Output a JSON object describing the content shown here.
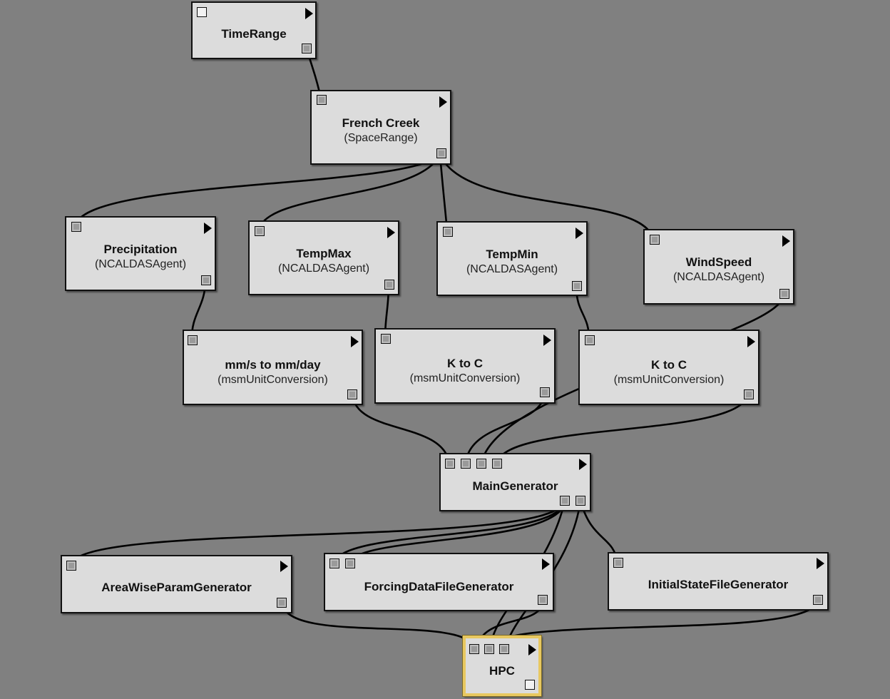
{
  "modules": {
    "time_range": {
      "name": "TimeRange",
      "type": ""
    },
    "french_creek": {
      "name": "French Creek",
      "type": "(SpaceRange)"
    },
    "precipitation": {
      "name": "Precipitation",
      "type": "(NCALDASAgent)"
    },
    "temp_max": {
      "name": "TempMax",
      "type": "(NCALDASAgent)"
    },
    "temp_min": {
      "name": "TempMin",
      "type": "(NCALDASAgent)"
    },
    "wind_speed": {
      "name": "WindSpeed",
      "type": "(NCALDASAgent)"
    },
    "mms_to_mmday": {
      "name": "mm/s to mm/day",
      "type": "(msmUnitConversion)"
    },
    "k_to_c_1": {
      "name": "K to C",
      "type": "(msmUnitConversion)"
    },
    "k_to_c_2": {
      "name": "K to C",
      "type": "(msmUnitConversion)"
    },
    "main_generator": {
      "name": "MainGenerator",
      "type": ""
    },
    "area_wise": {
      "name": "AreaWiseParamGenerator",
      "type": ""
    },
    "forcing_data": {
      "name": "ForcingDataFileGenerator",
      "type": ""
    },
    "initial_state": {
      "name": "InitialStateFileGenerator",
      "type": ""
    },
    "hpc": {
      "name": "HPC",
      "type": ""
    }
  },
  "colors": {
    "canvas": "#808080",
    "module_fill": "#dcdcdc",
    "selected_border": "#e8c860",
    "wire": "#000000"
  },
  "icons": {
    "run": "play-triangle-icon",
    "port": "square-port-icon"
  }
}
